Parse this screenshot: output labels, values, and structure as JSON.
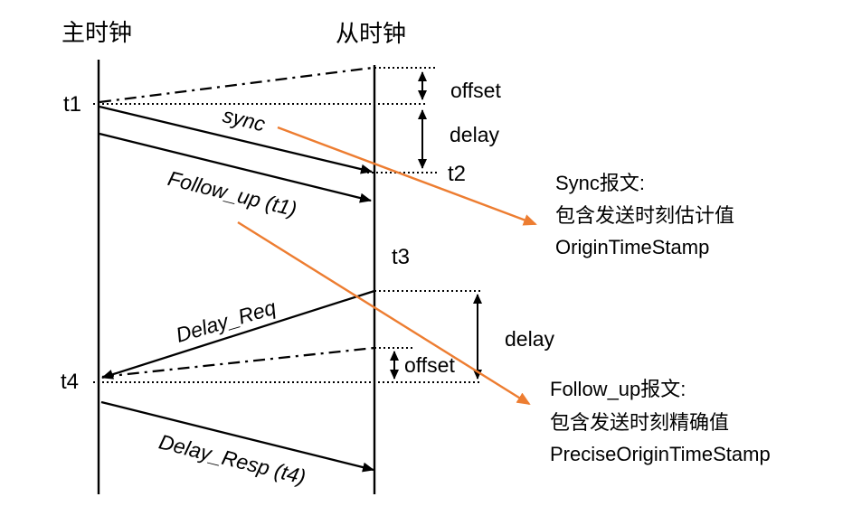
{
  "diagram": {
    "title_semantics": "PTP clock synchronization message exchange diagram",
    "clocks": {
      "master_label": "主时钟",
      "slave_label": "从时钟"
    },
    "timestamps": {
      "t1": "t1",
      "t2": "t2",
      "t3": "t3",
      "t4": "t4"
    },
    "messages": {
      "sync": "sync",
      "follow_up": "Follow_up (t1)",
      "delay_req": "Delay_Req",
      "delay_resp": "Delay_Resp (t4)"
    },
    "measures": {
      "offset_top": "offset",
      "delay_top": "delay",
      "delay_mid": "delay",
      "offset_bottom": "offset"
    },
    "annotations": {
      "sync_note": {
        "line1": "Sync报文:",
        "line2": "包含发送时刻估计值",
        "line3": "OriginTimeStamp"
      },
      "follow_up_note": {
        "line1": "Follow_up报文:",
        "line2": "包含发送时刻精确值",
        "line3": "PreciseOriginTimeStamp"
      }
    },
    "colors": {
      "line": "#000000",
      "accent_orange": "#ED7D31",
      "background": "#FFFFFF"
    }
  }
}
